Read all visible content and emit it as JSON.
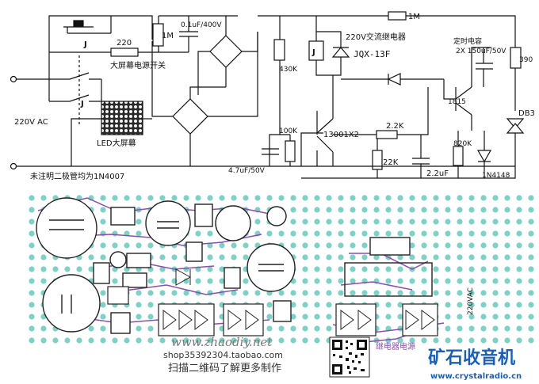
{
  "schematic": {
    "labels": {
      "r220": "220",
      "r1m_left": "1M",
      "cap_01uf": "0.1uF/400V",
      "r1m_top": "1M",
      "relay": "J",
      "relay_desc": "220V交流继电器",
      "relay_model": "JQX-13F",
      "timer_cap": "定时电容",
      "timer_cap_val": "2X 150uF/50V",
      "r390": "390",
      "r430k": "430K",
      "big_screen_switch": "大屏幕电源开关",
      "relay_contact_top": "J",
      "relay_contact_bottom": "J",
      "ac_input": "220V AC",
      "led_screen": "LED大屏幕",
      "r100k": "100K",
      "transistor": "13001X2",
      "r2_2k": "2.2K",
      "q1815": "1815",
      "db3": "DB3",
      "r820k": "820K",
      "r22k": "22K",
      "cap47": "4.7uF/50V",
      "cap22": "2.2uF",
      "d4148": "1N4148",
      "diode_note": "未注明二极管均为1N4007"
    }
  },
  "pcb": {
    "label_220vac": "220VAC",
    "label_relay_power": "继电器电源"
  },
  "footer": {
    "watermark_url": "www.zhaodiy.net",
    "shop_url": "shop35392304.taobao.com",
    "scan_text": "扫描二维码了解更多制作",
    "brand_cn": "矿石收音机",
    "brand_url": "www.crystalradio.cn"
  },
  "colors": {
    "wire": "#111111",
    "pcb_dot": "#7fd0c6",
    "pcb_trace": "#8a4fa8",
    "brand_blue": "#1c5fb0",
    "brand_orange": "#e0701e"
  }
}
